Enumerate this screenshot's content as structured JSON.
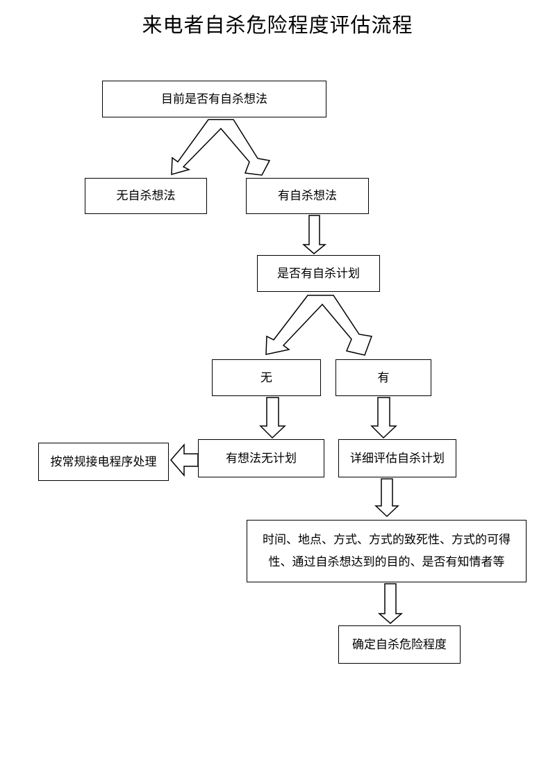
{
  "title": "来电者自杀危险程度评估流程",
  "nodes": {
    "q_thoughts": "目前是否有自杀想法",
    "no_thoughts": "无自杀想法",
    "has_thoughts": "有自杀想法",
    "q_plan": "是否有自杀计划",
    "no_plan": "无",
    "has_plan": "有",
    "thoughts_no_plan": "有想法无计划",
    "routine_procedure": "按常规接电程序处理",
    "assess_plan": "详细评估自杀计划",
    "assess_details": "时间、地点、方式、方式的致死性、方式的可得性、通过自杀想达到的目的、是否有知情者等",
    "determine_risk": "确定自杀危险程度"
  },
  "colors": {
    "stroke": "#000000",
    "fill": "#ffffff"
  }
}
